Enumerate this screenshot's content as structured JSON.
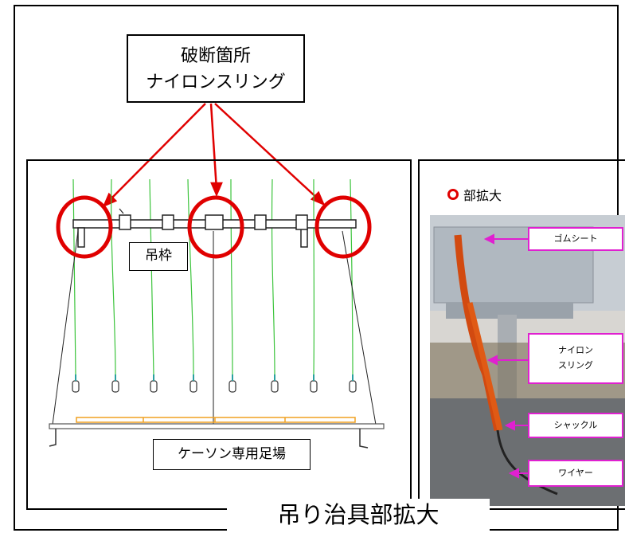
{
  "callout": {
    "line1": "破断箇所",
    "line2": "ナイロンスリング"
  },
  "diagram": {
    "frame_label": "吊枠",
    "scaffold_label": "ケーソン専用足場"
  },
  "legend": {
    "label": "部拡大",
    "ring_color": "#e00000"
  },
  "photo_labels": {
    "rubber_sheet": "ゴムシート",
    "nylon_line1": "ナイロン",
    "nylon_line2": "スリング",
    "shackle": "シャックル",
    "wire": "ワイヤー"
  },
  "caption": "吊り治具部拡大",
  "colors": {
    "arrow_red": "#e00000",
    "tag_magenta": "#e020d0",
    "sling_green": "#3cc43c",
    "scaffold_orange": "#f0a020"
  }
}
